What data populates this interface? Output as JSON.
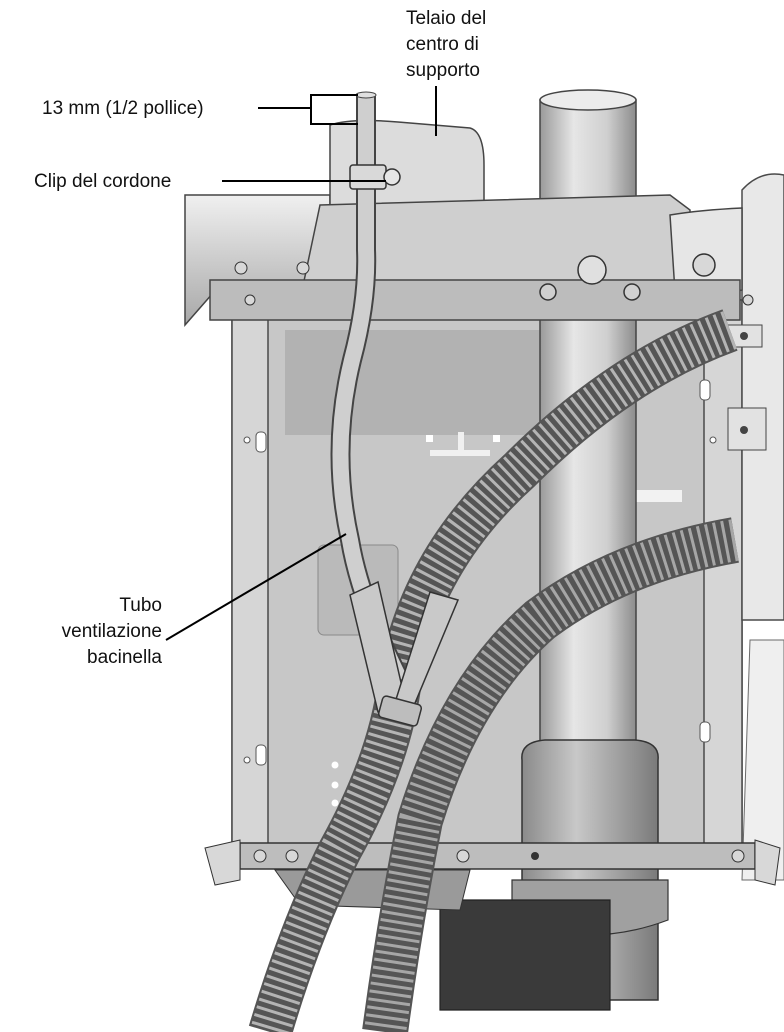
{
  "labels": {
    "telaio_line1": "Telaio del",
    "telaio_line2": "centro di",
    "telaio_line3": "supporto",
    "dimension": "13 mm (1/2 pollice)",
    "clip": "Clip del cordone",
    "tubo_line1": "Tubo",
    "tubo_line2": "ventilazione",
    "tubo_line3": "bacinella"
  },
  "colors": {
    "frame_light": "#d9d9d9",
    "frame_mid": "#bdbdbd",
    "frame_dark": "#7a7a7a",
    "hose": "#a8a8a8",
    "hose_dark": "#6e6e6e",
    "base_dark": "#3a3a3a"
  }
}
